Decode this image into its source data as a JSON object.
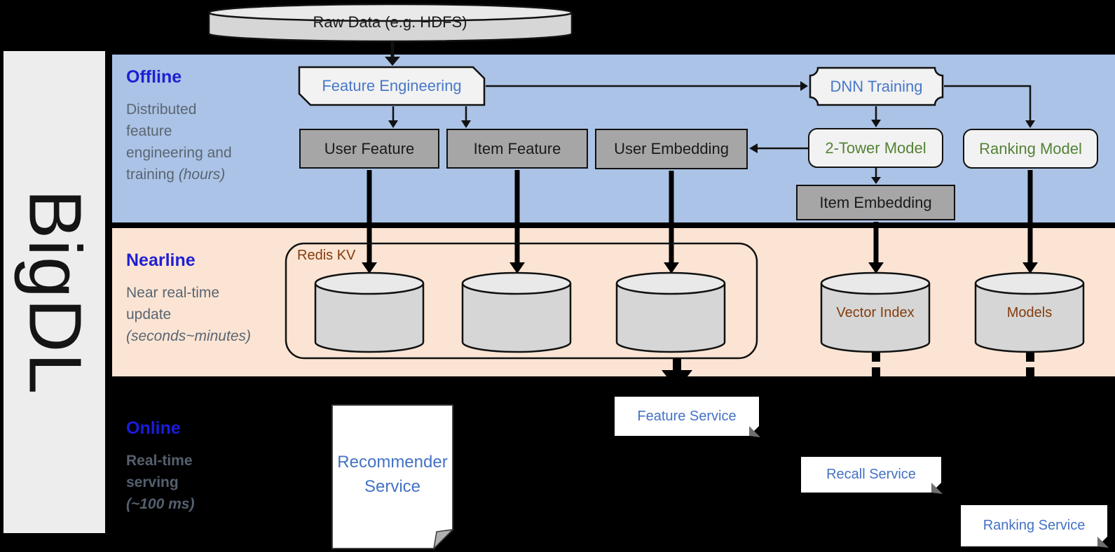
{
  "brand": "BigDL",
  "raw_data_label": "Raw Data (e.g. HDFS)",
  "lanes": {
    "offline_name": "Offline",
    "offline_desc_l1": "Distributed",
    "offline_desc_l2": "feature",
    "offline_desc_l3": "engineering and",
    "offline_desc_l4a": "training ",
    "offline_desc_l4b": "(hours)",
    "nearline_name": "Nearline",
    "nearline_desc_l1": "Near real-time",
    "nearline_desc_l2": "update",
    "nearline_desc_l3": "(seconds~minutes)",
    "online_name": "Online",
    "online_desc_l1": "Real-time",
    "online_desc_l2": "serving",
    "online_desc_l3": "(~100 ms)"
  },
  "nodes": {
    "feature_engineering": "Feature Engineering",
    "dnn_training": "DNN Training",
    "user_feature": "User Feature",
    "item_feature": "Item Feature",
    "user_embedding": "User Embedding",
    "two_tower_model": "2-Tower Model",
    "ranking_model": "Ranking Model",
    "item_embedding": "Item Embedding"
  },
  "nearline_store": {
    "group_label": "Redis KV",
    "vector_index": "Vector Index",
    "models": "Models"
  },
  "services": {
    "recommender_l1": "Recommender",
    "recommender_l2": "Service",
    "feature": "Feature Service",
    "recall": "Recall Service",
    "ranking": "Ranking Service"
  },
  "colors": {
    "offline_band": "#abc3e6",
    "nearline_band": "#fbe4d3",
    "online_band": "#000000",
    "lane_title_blue": "#1f1fd1",
    "desc_gray": "#5a6572",
    "node_gray_fill": "#a6a6a6",
    "node_light_fill": "#f2f2f2",
    "cylinder_fill": "#d6d6d6",
    "blue_node_text": "#4878c8",
    "green_node_text": "#548235",
    "brown_text": "#843c0c",
    "service_text": "#4472c4",
    "sidebar_fill": "#ededed"
  }
}
